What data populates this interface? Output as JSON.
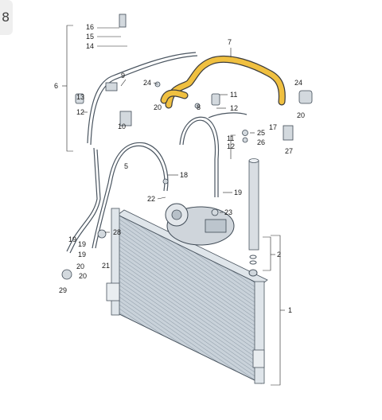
{
  "page": {
    "corner_glyph": "8"
  },
  "highlight_color": "#f0c040",
  "callouts": [
    {
      "id": "c16",
      "text": "16"
    },
    {
      "id": "c15",
      "text": "15"
    },
    {
      "id": "c14",
      "text": "14"
    },
    {
      "id": "c6",
      "text": "6"
    },
    {
      "id": "c13",
      "text": "13"
    },
    {
      "id": "c12a",
      "text": "12"
    },
    {
      "id": "c9",
      "text": "9"
    },
    {
      "id": "c10",
      "text": "10"
    },
    {
      "id": "c24a",
      "text": "24"
    },
    {
      "id": "c7",
      "text": "7"
    },
    {
      "id": "c20a",
      "text": "20"
    },
    {
      "id": "c8",
      "text": "8"
    },
    {
      "id": "c11a",
      "text": "11"
    },
    {
      "id": "c12b",
      "text": "12"
    },
    {
      "id": "c24b",
      "text": "24"
    },
    {
      "id": "c20b",
      "text": "20"
    },
    {
      "id": "c17",
      "text": "17"
    },
    {
      "id": "c25",
      "text": "25"
    },
    {
      "id": "c26",
      "text": "26"
    },
    {
      "id": "c11b",
      "text": "11"
    },
    {
      "id": "c12c",
      "text": "12"
    },
    {
      "id": "c27",
      "text": "27"
    },
    {
      "id": "c5",
      "text": "5"
    },
    {
      "id": "c18",
      "text": "18"
    },
    {
      "id": "c22",
      "text": "22"
    },
    {
      "id": "c19a",
      "text": "19"
    },
    {
      "id": "c23",
      "text": "23"
    },
    {
      "id": "c28",
      "text": "28"
    },
    {
      "id": "c19b",
      "text": "19"
    },
    {
      "id": "c19c",
      "text": "19"
    },
    {
      "id": "c19d",
      "text": "19"
    },
    {
      "id": "c21",
      "text": "21"
    },
    {
      "id": "c20c",
      "text": "20"
    },
    {
      "id": "c29",
      "text": "29"
    },
    {
      "id": "c20d",
      "text": "20"
    },
    {
      "id": "c2",
      "text": "2"
    },
    {
      "id": "c1",
      "text": "1"
    }
  ]
}
